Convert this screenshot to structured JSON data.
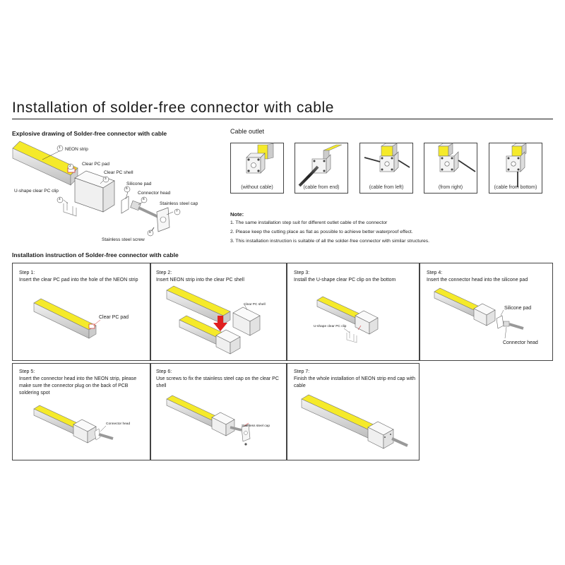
{
  "title": "Installation of solder-free connector with cable",
  "explosive": {
    "heading": "Explosive drawing of Solder-free connector with cable",
    "parts": [
      {
        "num": "1",
        "label": "NEON strip"
      },
      {
        "num": "2",
        "label": "Clear PC pad"
      },
      {
        "num": "3",
        "label": "Clear PC shell"
      },
      {
        "num": "4",
        "label": "U-shape clear PC clip"
      },
      {
        "num": "5",
        "label": "Silicone pad"
      },
      {
        "num": "6",
        "label": "Connector head"
      },
      {
        "num": "7",
        "label": "Stainless steel cap"
      },
      {
        "num": "8",
        "label": "Stainless steel screw"
      }
    ]
  },
  "outlet": {
    "heading": "Cable outlet",
    "options": [
      "(without cable)",
      "(cable from end)",
      "(cable from left)",
      "(from right)",
      "(cable from bottom)"
    ]
  },
  "note": {
    "heading": "Note:",
    "lines": [
      "1. The same installation step suit for different outlet cable of the connector",
      "2. Please keep the cutting place as flat as possible to achieve better waterproof effect.",
      "3. This installation instruction is suitable of all the solder-free connector with similar structures."
    ]
  },
  "instruction": {
    "heading": "Installation instruction of Solder-free connector with cable",
    "steps": [
      {
        "title": "Step 1:",
        "text": "Insert the clear PC pad into the hole of the NEON strip",
        "callouts": [
          "Clear PC pad"
        ]
      },
      {
        "title": "Step 2:",
        "text": "Insert NEON strip into the clear PC shell",
        "callouts": [
          "Clear PC shell"
        ]
      },
      {
        "title": "Step 3:",
        "text": "Install the U-shape clear PC clip on the bottom",
        "callouts": [
          "U-shape clear PC clip"
        ]
      },
      {
        "title": "Step 4:",
        "text": "Insert the connector head into the silicone pad",
        "callouts": [
          "Silicone pad",
          "Connector head"
        ]
      },
      {
        "title": "Step 5:",
        "text": "Insert the connector head into the NEON strip, please make sure the connector plug on the back of PCB soldering spot",
        "callouts": [
          "Connector head"
        ]
      },
      {
        "title": "Step 6:",
        "text": "Use screws to fix the stainless steel cap on the clear PC shell",
        "callouts": [
          "Stainless steel cap"
        ]
      },
      {
        "title": "Step 7:",
        "text": "Finish the whole installation of NEON strip end cap with cable",
        "callouts": []
      }
    ]
  },
  "colors": {
    "neon_yellow": "#f5ea2a",
    "strip_gray": "#d9d9d9",
    "outline": "#555555",
    "arrow_red": "#e02020",
    "leader_red": "#d03030"
  }
}
